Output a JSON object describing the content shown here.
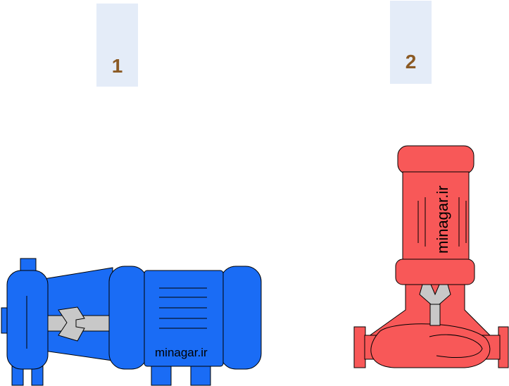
{
  "labels": {
    "one": "1",
    "two": "2"
  },
  "watermarks": {
    "blue_pump": "minagar.ir",
    "red_pump": "minagar.ir"
  },
  "colors": {
    "blue_pump": "#1a6cf5",
    "red_pump": "#f85858",
    "shaft": "#c8c8c8",
    "label_background": "#e4ecf8",
    "label_text": "#8b5a24"
  }
}
